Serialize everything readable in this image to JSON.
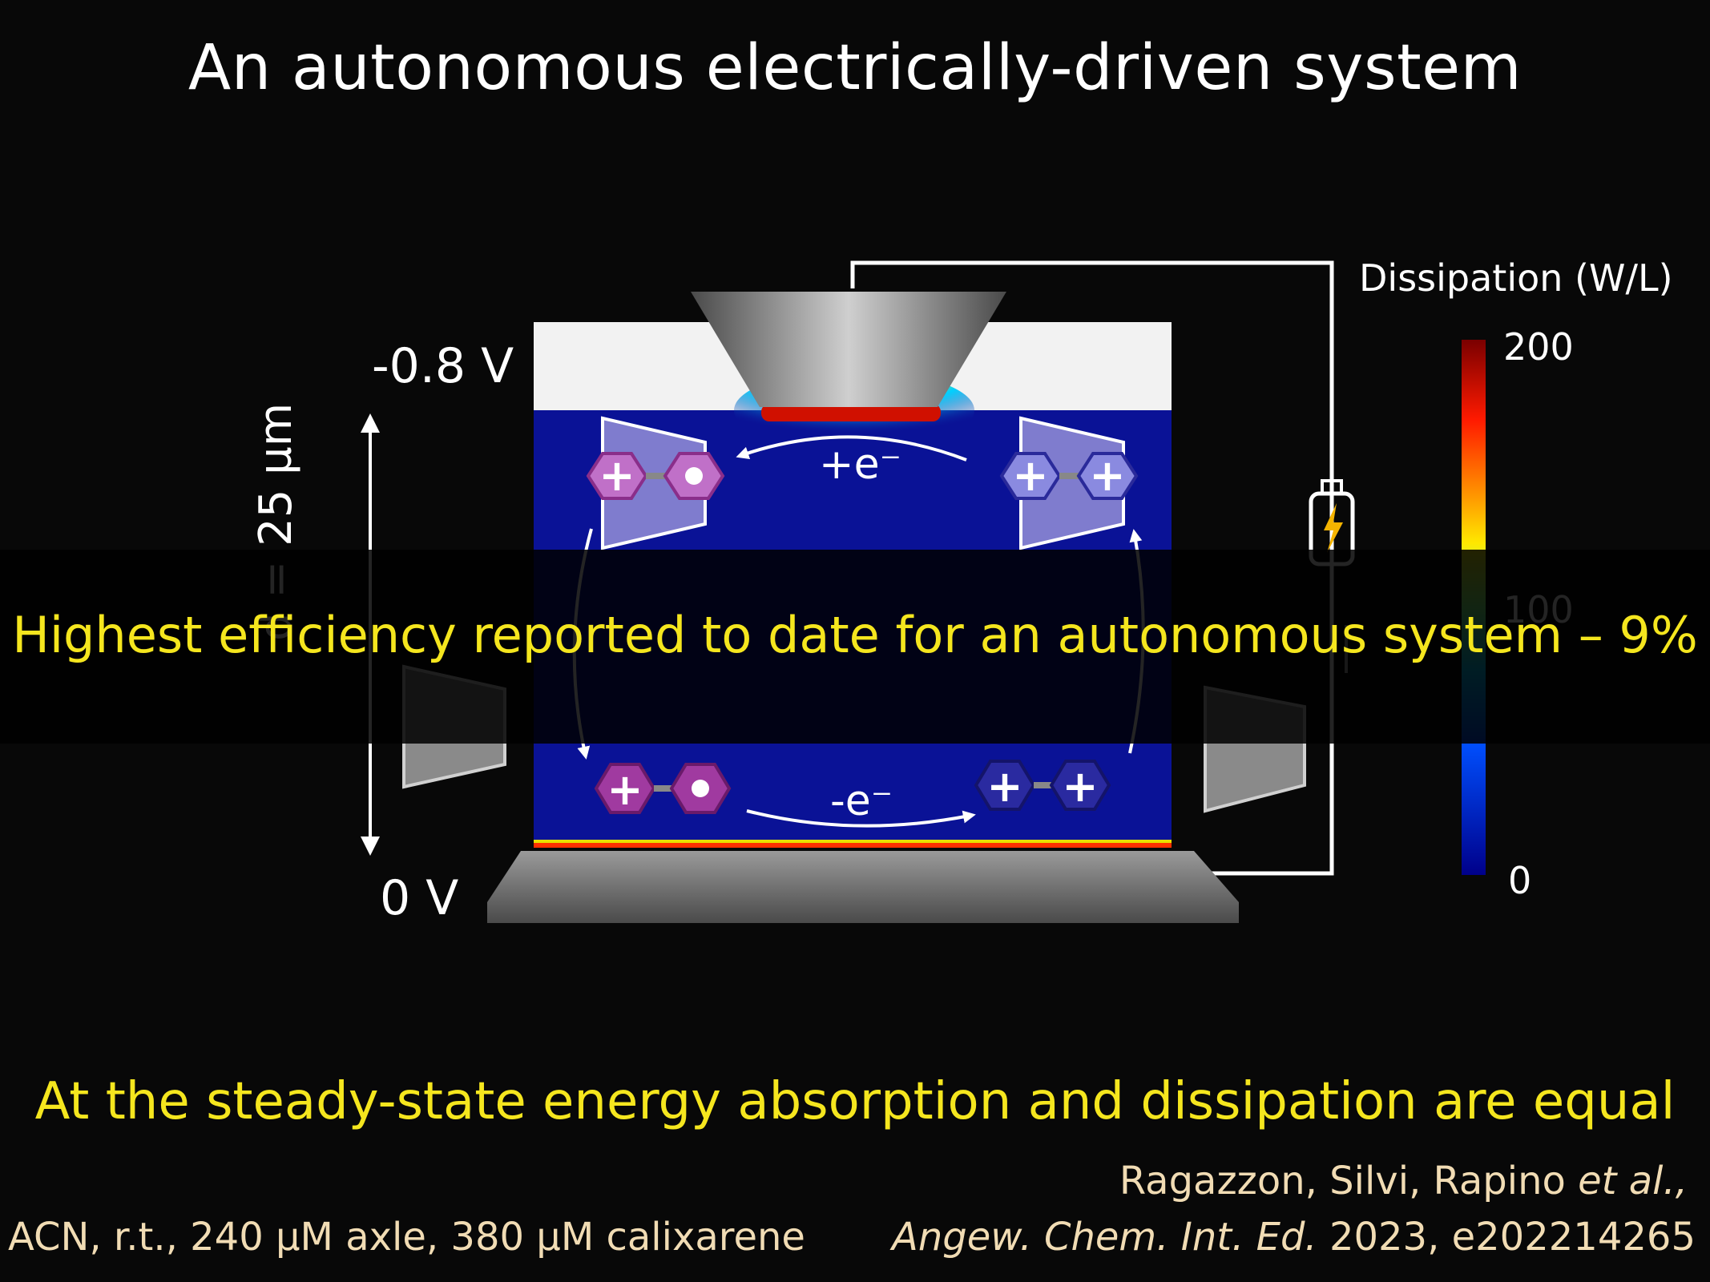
{
  "title": "An autonomous electrically-driven system",
  "colorbar": {
    "label": "Dissipation (W/L)",
    "ticks": [
      "200",
      "100",
      "0"
    ]
  },
  "voltages": {
    "top": "-0.8 V",
    "bottom": "0 V"
  },
  "distance_label": "d = 25 µm",
  "electron_labels": {
    "top": "+e⁻",
    "bottom": "-e⁻"
  },
  "banner": "Highest efficiency reported to date for an autonomous system – 9%",
  "conclusion": "At the steady-state energy absorption and dissipation are equal",
  "reference": {
    "authors": "Ragazzon, Silvi, Rapino",
    "etal": "et al.,",
    "journal": "Angew. Chem. Int. Ed.",
    "details": "2023, e202214265"
  },
  "conditions": "ACN, r.t., 240 µM axle, 380 µM calixarene",
  "colors": {
    "highlight": "#f5e61e",
    "citation": "#f1dcb4",
    "field": "#0a1296",
    "purple_ring": "#8a2e8a",
    "blue_ring": "#2a2a9a"
  }
}
